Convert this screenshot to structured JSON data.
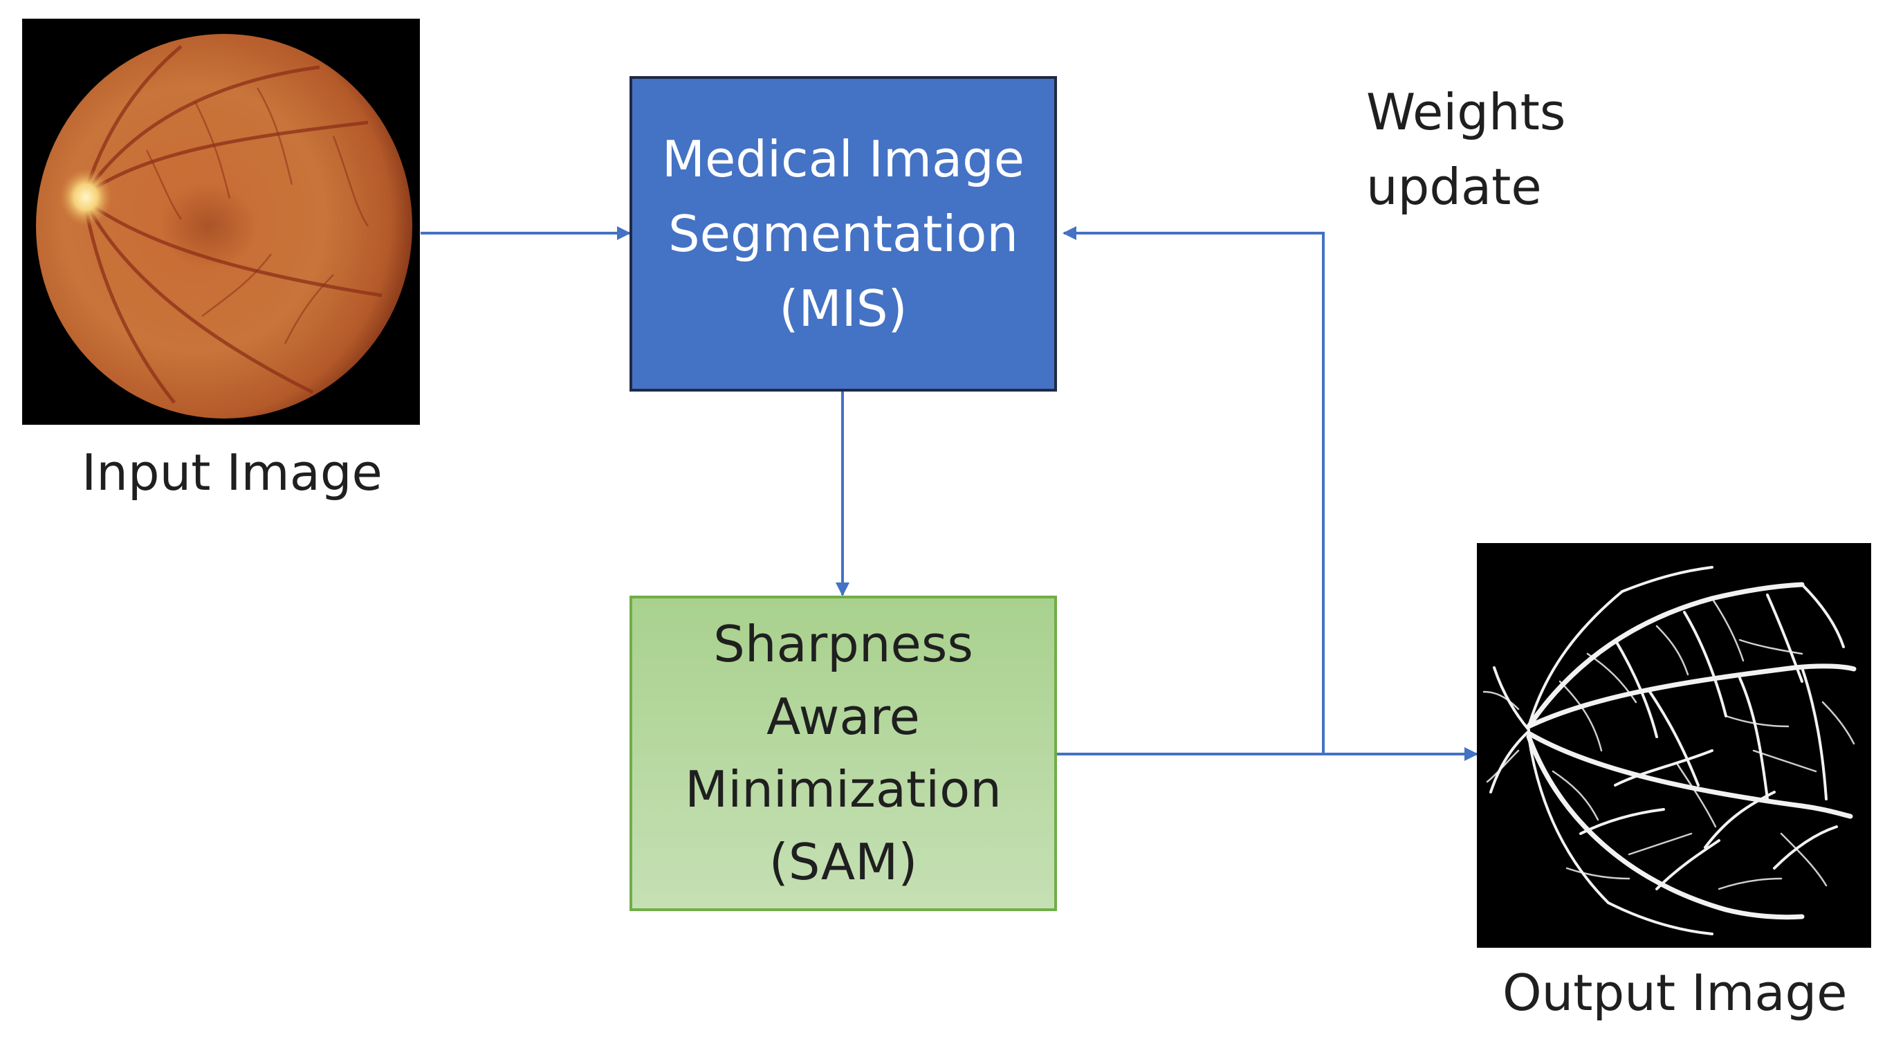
{
  "input": {
    "caption": "Input Image"
  },
  "mis": {
    "line1": "Medical Image",
    "line2": "Segmentation",
    "line3": "(MIS)"
  },
  "sam": {
    "line1": "Sharpness",
    "line2": "Aware",
    "line3": "Minimization",
    "line4": "(SAM)"
  },
  "feedback": {
    "line1": "Weights",
    "line2": "update"
  },
  "output": {
    "caption": "Output Image"
  },
  "colors": {
    "mis_fill": "#4472C4",
    "mis_border": "#1F2A44",
    "sam_fill_top": "#A9D18E",
    "sam_fill_bottom": "#C5E0B4",
    "sam_border": "#70AD47",
    "arrow": "#4472C4"
  }
}
